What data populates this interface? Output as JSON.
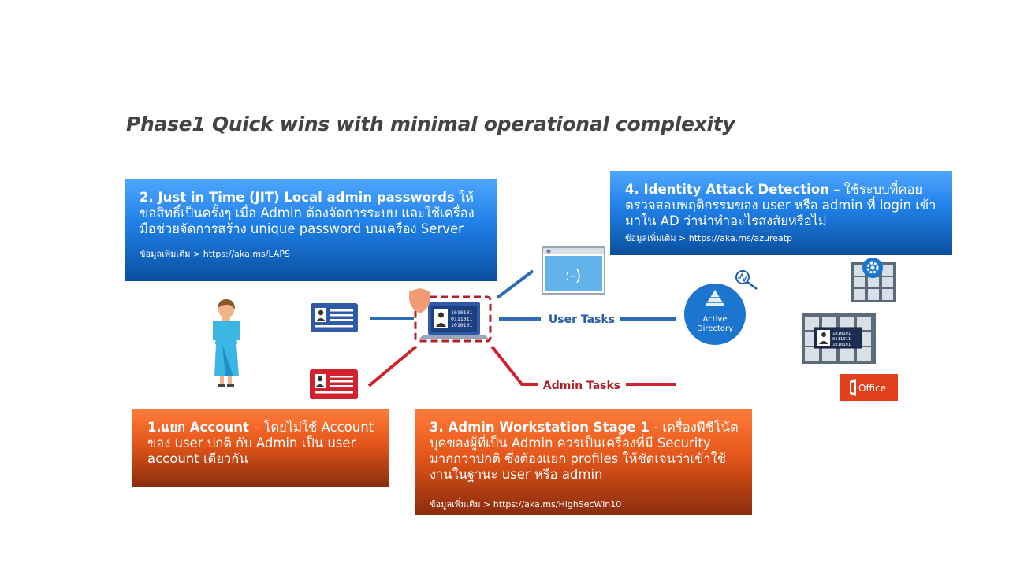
{
  "title": "Phase1 Quick wins with minimal operational complexity",
  "box2": {
    "heading": "2. Just in Time (JIT) Local admin passwords",
    "body": " ให้ขอสิทธิ์เป็นครั้งๆ เมื่อ Admin ต้องจัดการระบบ และใช้เครื่องมือช่วยจัดการสร้าง unique password บนเครื่อง Server",
    "more": "ข้อมูลเพิ่มเติม  > https://aka.ms/LAPS",
    "color": "#1f7fe6"
  },
  "box4": {
    "heading": "4. Identity Attack Detection",
    "body": " – ใช้ระบบที่คอยตรวจสอบพฤติกรรมของ user หรือ admin ที่ login เข้ามาใน AD ว่าน่าทำอะไรสงสัยหรือไม่",
    "more": "ข้อมูลเพิ่มเติม  > https://aka.ms/azureatp",
    "color": "#1f7fe6"
  },
  "box1": {
    "heading": "1.แยก Account",
    "body": " – โดยไม่ใช้ Account ของ user ปกติ กับ  Admin เป็น user account เดียวกัน",
    "color": "#e4561a"
  },
  "box3": {
    "heading": "3. Admin Workstation Stage 1",
    "body": " - เครื่องพีซีโน้ตบุคของผู้ที่เป็น Admin ควรเป็นเครื่องที่มี Security มากกว่าปกติ ซึ่งต้องแยก profiles ให้ชัดเจนว่าเข้าใช้งานในฐานะ user หรือ admin",
    "more": "ข้อมูลเพิ่มเติม > https://aka.ms/HighSecWin10",
    "color": "#e4561a"
  },
  "diagram": {
    "user_tasks_label": "User Tasks",
    "admin_tasks_label": "Admin Tasks",
    "ad_label_1": "Active",
    "ad_label_2": "Directory",
    "smiley_text": ":-)",
    "binary_1": "1010101",
    "binary_2": "0111011",
    "binary_3": "1010101",
    "office_label": "Office",
    "blue_color": "#2e6bb5",
    "red_color": "#d1232e"
  }
}
